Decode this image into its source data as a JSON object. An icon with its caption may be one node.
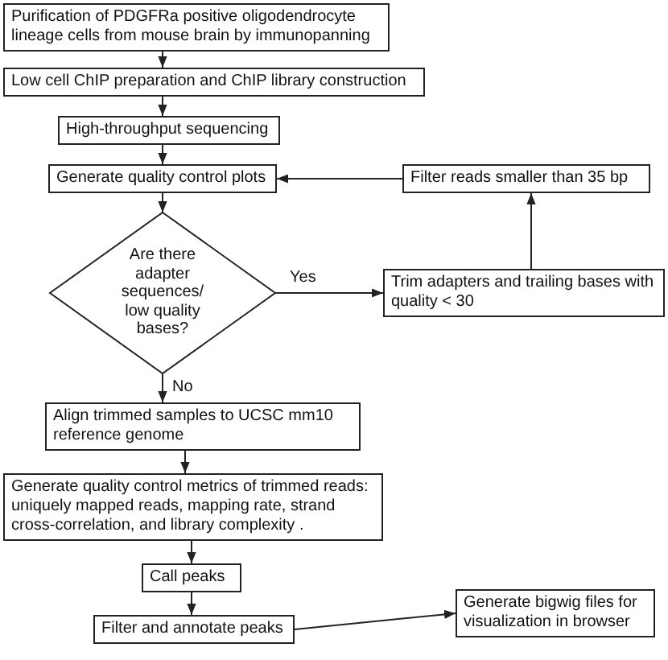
{
  "diagram": {
    "nodes": [
      {
        "text": [
          "Purification of PDGFRa positive oligodendrocyte lineage cells from mouse brain by immunopanning"
        ]
      },
      {
        "text": [
          "Low cell ChIP preparation and ChIP library construction"
        ]
      },
      {
        "text": [
          "High-throughput sequencing"
        ]
      },
      {
        "text": [
          "Generate quality control plots"
        ]
      },
      {
        "text": [
          "Are there adapter sequences/ low quality bases?"
        ]
      },
      {
        "text": [
          "Trim adapters and trailing bases with quality < 30"
        ]
      },
      {
        "text": [
          "Filter reads smaller than 35 bp"
        ]
      },
      {
        "text": [
          "Align trimmed samples to UCSC mm10 reference genome"
        ]
      },
      {
        "text": [
          "Generate quality control metrics of trimmed reads: uniquely mapped reads, mapping rate, strand cross-correlation, and library complexity ."
        ]
      },
      {
        "text": [
          "Call peaks"
        ]
      },
      {
        "text": [
          "Filter and annotate peaks"
        ]
      },
      {
        "text": [
          "Generate bigwig files for visualization in browser"
        ]
      }
    ],
    "edges": [
      {
        "from": 0,
        "to": 1,
        "arrow": "to"
      },
      {
        "from": 1,
        "to": 2,
        "arrow": "to"
      },
      {
        "from": 2,
        "to": 3,
        "arrow": "to"
      },
      {
        "from": 3,
        "to": 4,
        "arrow": "to"
      },
      {
        "from": 4,
        "to": 5,
        "arrow": "to",
        "label": "Yes"
      },
      {
        "from": 5,
        "to": 6,
        "arrow": "to"
      },
      {
        "from": 6,
        "to": 3,
        "arrow": "to"
      },
      {
        "from": 4,
        "to": 7,
        "arrow": "to",
        "label": "No"
      },
      {
        "from": 7,
        "to": 8,
        "arrow": "to"
      },
      {
        "from": 8,
        "to": 9,
        "arrow": "to"
      },
      {
        "from": 9,
        "to": 10,
        "arrow": "to"
      },
      {
        "from": 10,
        "to": 11,
        "arrow": "to"
      }
    ]
  }
}
